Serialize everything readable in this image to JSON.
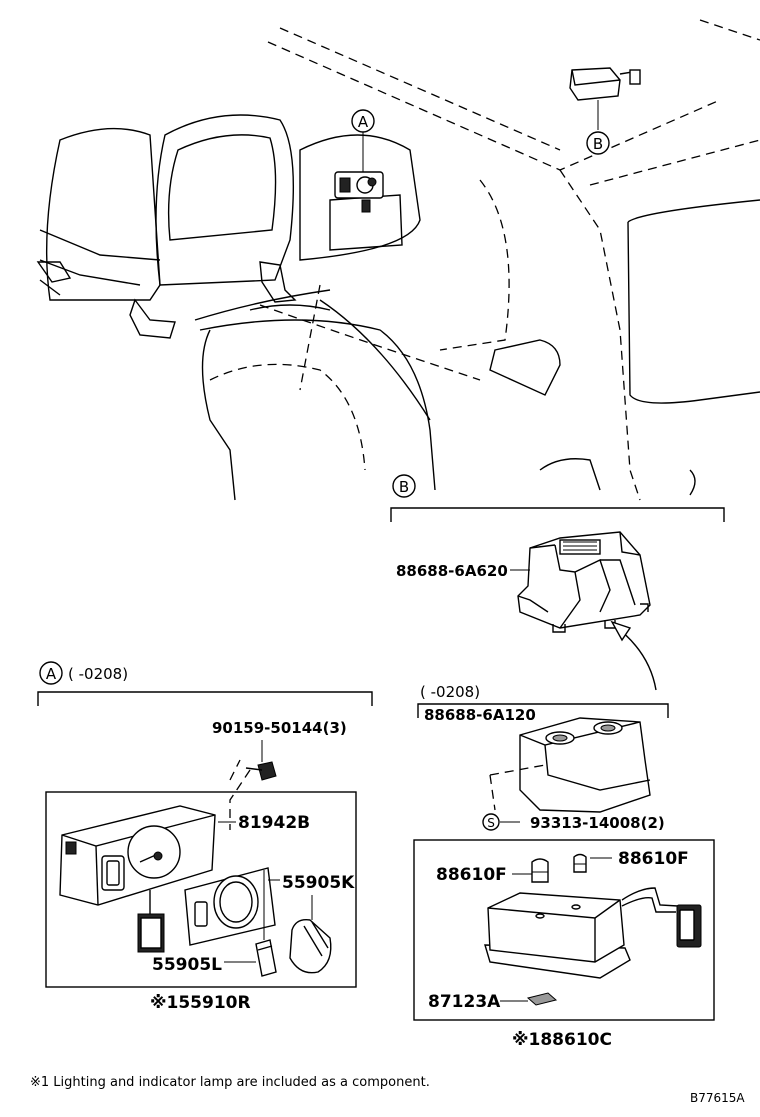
{
  "callouts": {
    "A": "A",
    "B": "B",
    "S": "S"
  },
  "section_a": {
    "header_range": "(      -0208)",
    "bolt": "90159-50144(3)",
    "bracket": "81942B",
    "knob": "55905K",
    "cap": "55905L",
    "switch_assy": "※155910R"
  },
  "section_b": {
    "bracket_new": "88688-6A620",
    "header_range": "(      -0208)",
    "bracket_old": "88688-6A120",
    "screw": "93313-14008(2)",
    "bulb_left": "88610F",
    "bulb_right": "88610F",
    "lens_clip": "87123A",
    "lamp_assy": "※188610C"
  },
  "footnote": "※1 Lighting and indicator lamp are included as a component.",
  "figure_id": "B77615A"
}
